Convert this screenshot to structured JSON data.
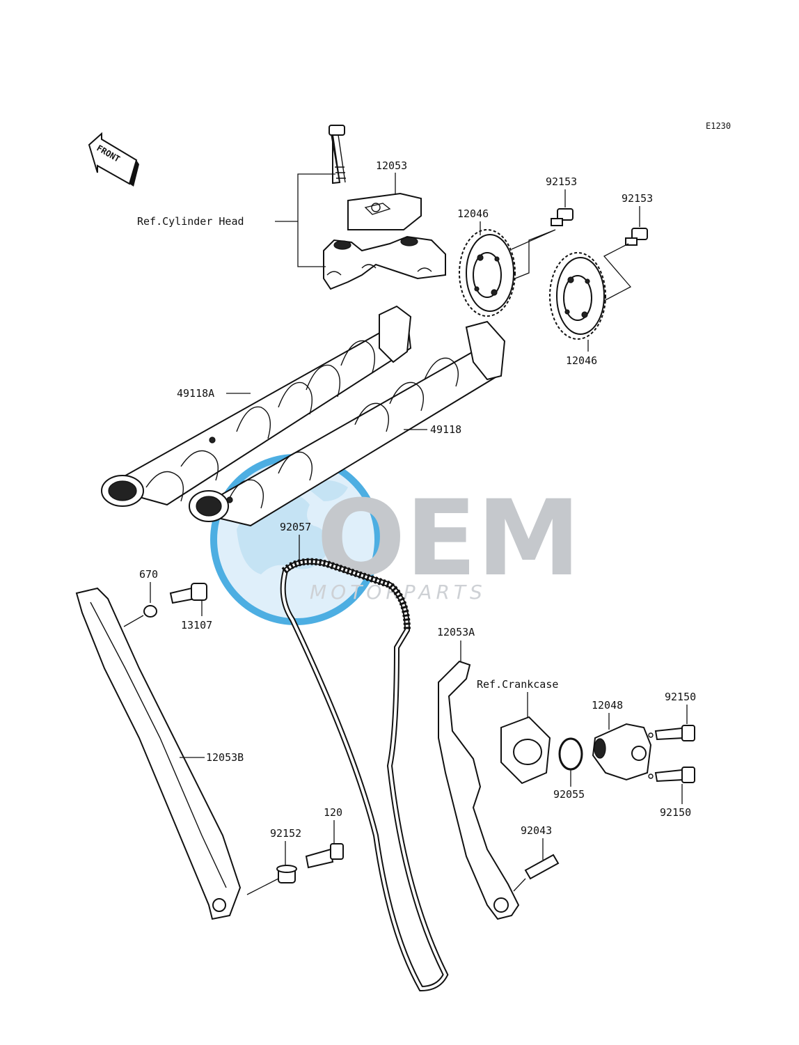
{
  "diagram_code": "E1230",
  "front_arrow_label": "FRONT",
  "watermark": {
    "main": "OEM",
    "sub": "MOTORPARTS",
    "globe_color": "#38a3dc"
  },
  "references": {
    "cylinder_head": "Ref.Cylinder Head",
    "crankcase": "Ref.Crankcase"
  },
  "callouts": {
    "c12053": "12053",
    "c92153_a": "92153",
    "c92153_b": "92153",
    "c12046_top": "12046",
    "c12046_bottom": "12046",
    "c49118A": "49118A",
    "c49118": "49118",
    "c92057": "92057",
    "c670": "670",
    "c13107": "13107",
    "c12053A": "12053A",
    "c12053B": "12053B",
    "c12048": "12048",
    "c92150_top": "92150",
    "c92150_bottom": "92150",
    "c92055": "92055",
    "c120": "120",
    "c92152": "92152",
    "c92043": "92043"
  }
}
